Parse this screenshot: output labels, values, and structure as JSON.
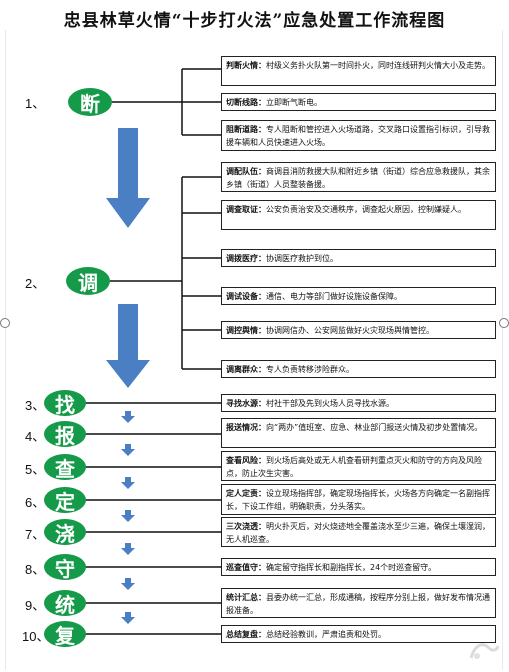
{
  "title": "忠县林草火情“十步打火法”应急处置工作流程图",
  "accent_color": "#159a49",
  "arrow_color": "#4a7fc4",
  "steps": [
    {
      "num": "1、",
      "char": "断"
    },
    {
      "num": "2、",
      "char": "调"
    },
    {
      "num": "3、",
      "char": "找"
    },
    {
      "num": "4、",
      "char": "报"
    },
    {
      "num": "5、",
      "char": "查"
    },
    {
      "num": "6、",
      "char": "定"
    },
    {
      "num": "7、",
      "char": "浇"
    },
    {
      "num": "8、",
      "char": "守"
    },
    {
      "num": "9、",
      "char": "统"
    },
    {
      "num": "10、",
      "char": "复"
    }
  ],
  "boxes": [
    {
      "key": "判断火情：",
      "text": "村级义务扑火队第一时间扑火，同时连线研判火情大小及走势。"
    },
    {
      "key": "切断线路：",
      "text": "立即断气断电。"
    },
    {
      "key": "阻断道路：",
      "text": "专人阻断和管控进入火场道路，交叉路口设置指引标识，引导救援车辆和人员快速进入火场。"
    },
    {
      "key": "调配队伍：",
      "text": "商调县消防救援大队和附近乡镇（街道）综合应急救援队，其余乡镇（街道）人员整装备援。"
    },
    {
      "key": "调查取证：",
      "text": "公安负责治安及交通秩序，调查起火原因，控制嫌疑人。"
    },
    {
      "key": "调拨医疗：",
      "text": "协调医疗救护到位。"
    },
    {
      "key": "调试设备：",
      "text": "通信、电力等部门做好设施设备保障。"
    },
    {
      "key": "调控舆情：",
      "text": "协调网信办、公安网监做好火灾现场舆情管控。"
    },
    {
      "key": "调离群众：",
      "text": "专人负责转移涉险群众。"
    },
    {
      "key": "寻找水源：",
      "text": "村社干部及先到火场人员寻找水源。"
    },
    {
      "key": "报送情况：",
      "text": "向“两办”值班室、应急、林业部门报送火情及初步处置情况。"
    },
    {
      "key": "查看风险：",
      "text": "到火场后高处或无人机查看研判重点灭火和防守的方向及风险点，防止次生灾害。"
    },
    {
      "key": "定人定责：",
      "text": "设立现场指挥部，确定现场指挥长，火场各方向确定一名副指挥长，下设工作组，明确职责，分头落实。"
    },
    {
      "key": "三次浇透：",
      "text": "明火扑灭后，对火烧迹地全覆盖浇水至少三遍，确保土壤湿润，无人机巡查。"
    },
    {
      "key": "巡查值守：",
      "text": "确定留守指挥长和副指挥长，24个时巡查留守。"
    },
    {
      "key": "统计汇总：",
      "text": "县委办统一汇总，形成通稿，按程序分别上报，做好发布情况通报准备。"
    },
    {
      "key": "总结复盘：",
      "text": "总结经验教训，严肃追责和处罚。"
    }
  ]
}
